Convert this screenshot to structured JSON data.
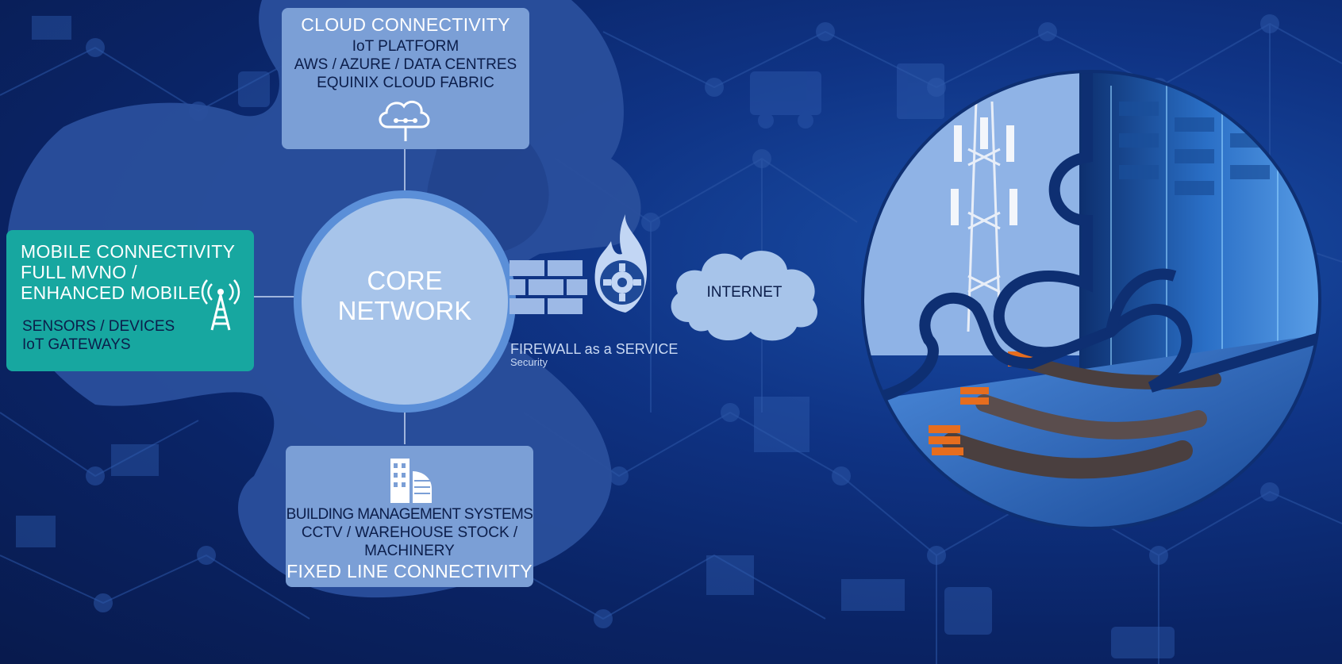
{
  "cloud": {
    "heading": "CLOUD CONNECTIVITY",
    "lines": [
      "IoT PLATFORM",
      "AWS / AZURE / DATA CENTRES",
      "EQUINIX CLOUD FABRIC"
    ],
    "icon": "cloud-network-icon"
  },
  "mobile": {
    "lines": [
      "MOBILE CONNECTIVITY",
      "FULL MVNO /",
      "ENHANCED MOBILE"
    ],
    "sub_lines": [
      "SENSORS / DEVICES",
      "IoT GATEWAYS"
    ],
    "icon": "antenna-tower-icon"
  },
  "core": {
    "lines": [
      "CORE",
      "NETWORK"
    ]
  },
  "firewall": {
    "title": "FIREWALL as a SERVICE",
    "subtitle": "Security",
    "icon": "firewall-gear-icon"
  },
  "internet": {
    "label": "INTERNET",
    "icon": "cloud-icon"
  },
  "fixed": {
    "lines": [
      "BUILDING MANAGEMENT SYSTEMS",
      "CCTV / WAREHOUSE STOCK /",
      "MACHINERY"
    ],
    "heading": "FIXED LINE CONNECTIVITY",
    "icon": "building-icon"
  },
  "puzzle_image": {
    "pieces": [
      "telecom-tower-piece",
      "server-rack-piece",
      "fibre-cable-piece"
    ]
  },
  "colors": {
    "background": "#0a2466",
    "puzzle_dark": "#2a4f9c",
    "box_light": "#7b9fd6",
    "core_fill": "#a7c4ea",
    "core_ring": "#5b8fd8",
    "mobile_teal": "#17a7a0",
    "text_dark": "#0b1d4a"
  }
}
